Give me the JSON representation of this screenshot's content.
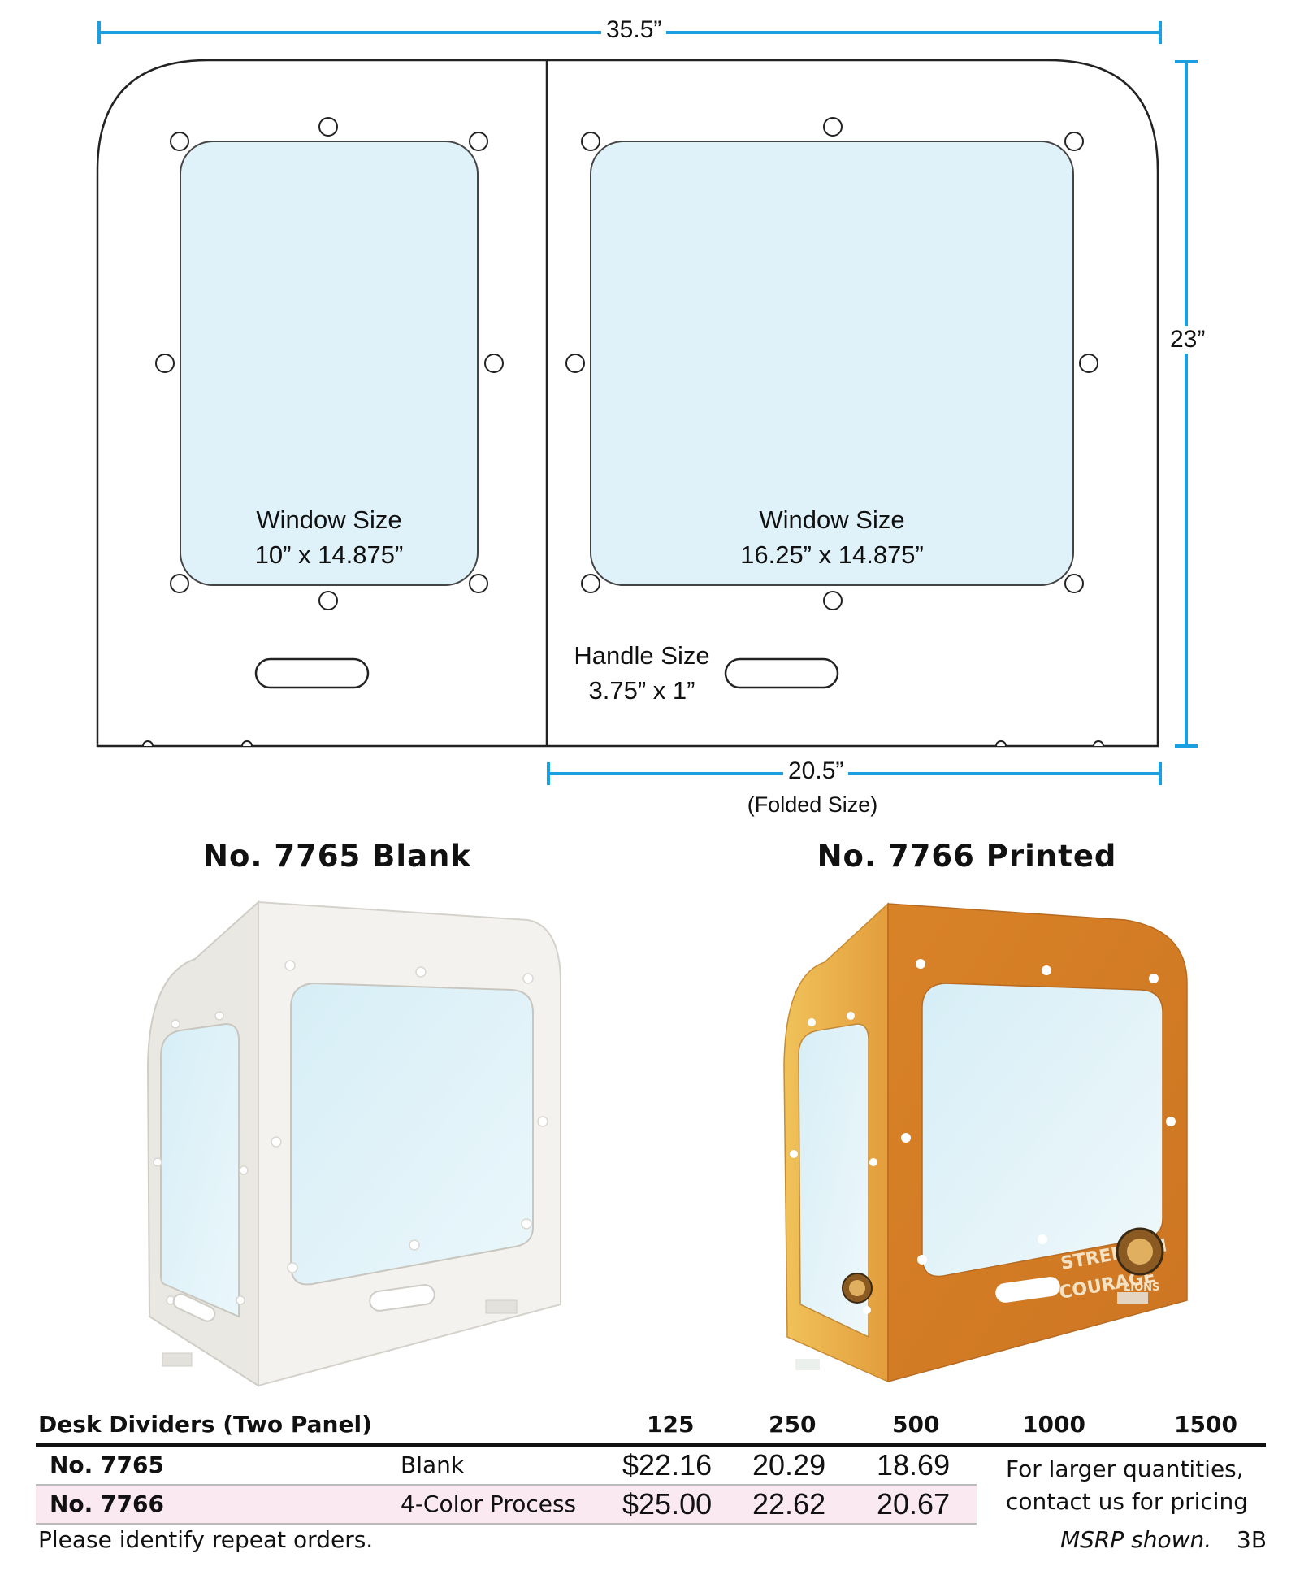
{
  "diagram": {
    "overall_width": "35.5”",
    "overall_height": "23”",
    "folded_width": "20.5”",
    "folded_caption": "(Folded Size)",
    "left_window": {
      "title": "Window Size",
      "size": "10” x 14.875”"
    },
    "right_window": {
      "title": "Window Size",
      "size": "16.25” x 14.875”"
    },
    "handle": {
      "title": "Handle Size",
      "size": "3.75” x 1”"
    },
    "colors": {
      "dimension_line": "#1a9fe0",
      "window_fill": "#dff2fa",
      "outline": "#222222"
    }
  },
  "products": [
    {
      "title": "No. 7765 Blank",
      "panel_color": "#f1f0ec"
    },
    {
      "title": "No. 7766 Printed",
      "panel_color": "#d9842c",
      "print_text": [
        "STRENGTH",
        "COURAGE"
      ],
      "logo_text": "LIONS"
    }
  ],
  "table": {
    "title": "Desk Dividers (Two Panel)",
    "quantities": [
      "125",
      "250",
      "500",
      "1000",
      "1500"
    ],
    "rows": [
      {
        "item": "No. 7765",
        "desc": "Blank",
        "prices": [
          "$22.16",
          "20.29",
          "18.69"
        ]
      },
      {
        "item": "No. 7766",
        "desc": "4-Color Process",
        "prices": [
          "$25.00",
          "22.62",
          "20.67"
        ]
      }
    ],
    "larger_note": [
      "For larger quantities,",
      "contact us for pricing"
    ],
    "highlight_color": "#fbe9f1"
  },
  "footer": {
    "left": "Please identify repeat orders.",
    "msrp": "MSRP shown.",
    "page": "3B"
  }
}
